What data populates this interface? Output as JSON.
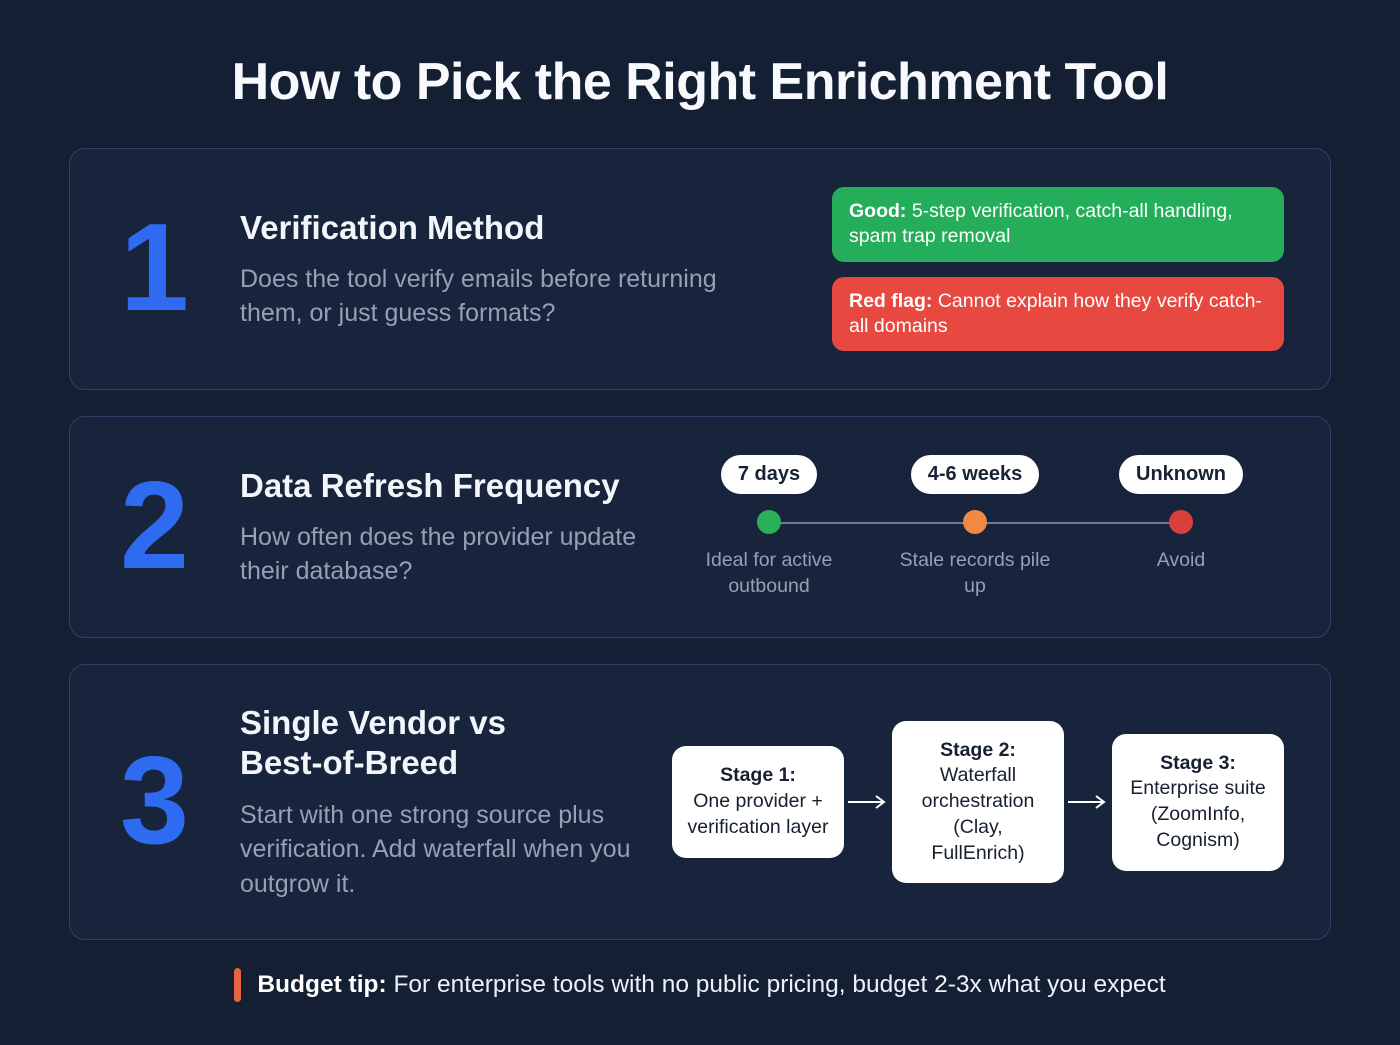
{
  "title": "How to Pick the Right Enrichment Tool",
  "sections": [
    {
      "number": "1",
      "heading": "Verification Method",
      "description": "Does the tool verify emails before returning them, or just guess formats?",
      "badges": [
        {
          "kind": "good",
          "label": "Good:",
          "text": "5-step verification, catch-all handling, spam trap removal"
        },
        {
          "kind": "red-flag",
          "label": "Red flag:",
          "text": "Cannot explain how they verify catch-all domains"
        }
      ]
    },
    {
      "number": "2",
      "heading": "Data Refresh Frequency",
      "description": "How often does the provider update their database?",
      "timeline": [
        {
          "pill": "7 days",
          "caption": "Ideal for active outbound",
          "dot_color": "#2bb05a"
        },
        {
          "pill": "4-6 weeks",
          "caption": "Stale records pile up",
          "dot_color": "#f08943"
        },
        {
          "pill": "Unknown",
          "caption": "Avoid",
          "dot_color": "#d93f3c"
        }
      ]
    },
    {
      "number": "3",
      "heading": "Single Vendor vs Best-of-Breed",
      "description": "Start with one strong source plus verification. Add waterfall when you outgrow it.",
      "stages": [
        {
          "title": "Stage 1:",
          "text": "One provider + verification layer"
        },
        {
          "title": "Stage 2:",
          "text": "Waterfall orchestration (Clay, FullEnrich)"
        },
        {
          "title": "Stage 3:",
          "text": "Enterprise suite (ZoomInfo, Cognism)"
        }
      ]
    }
  ],
  "footer": {
    "label": "Budget tip:",
    "text": "For enterprise tools with no public pricing, budget 2-3x what you expect"
  },
  "colors": {
    "background": "#141f33",
    "card_background": "#18243b",
    "card_border": "#2f4166",
    "accent_blue": "#2e6bf0",
    "good_green": "#24ae5a",
    "flag_red": "#e74840",
    "dot_green": "#2bb05a",
    "dot_orange": "#f08943",
    "dot_red": "#d93f3c",
    "footer_accent": "#e8643e",
    "body_gray": "#93a0b6"
  }
}
